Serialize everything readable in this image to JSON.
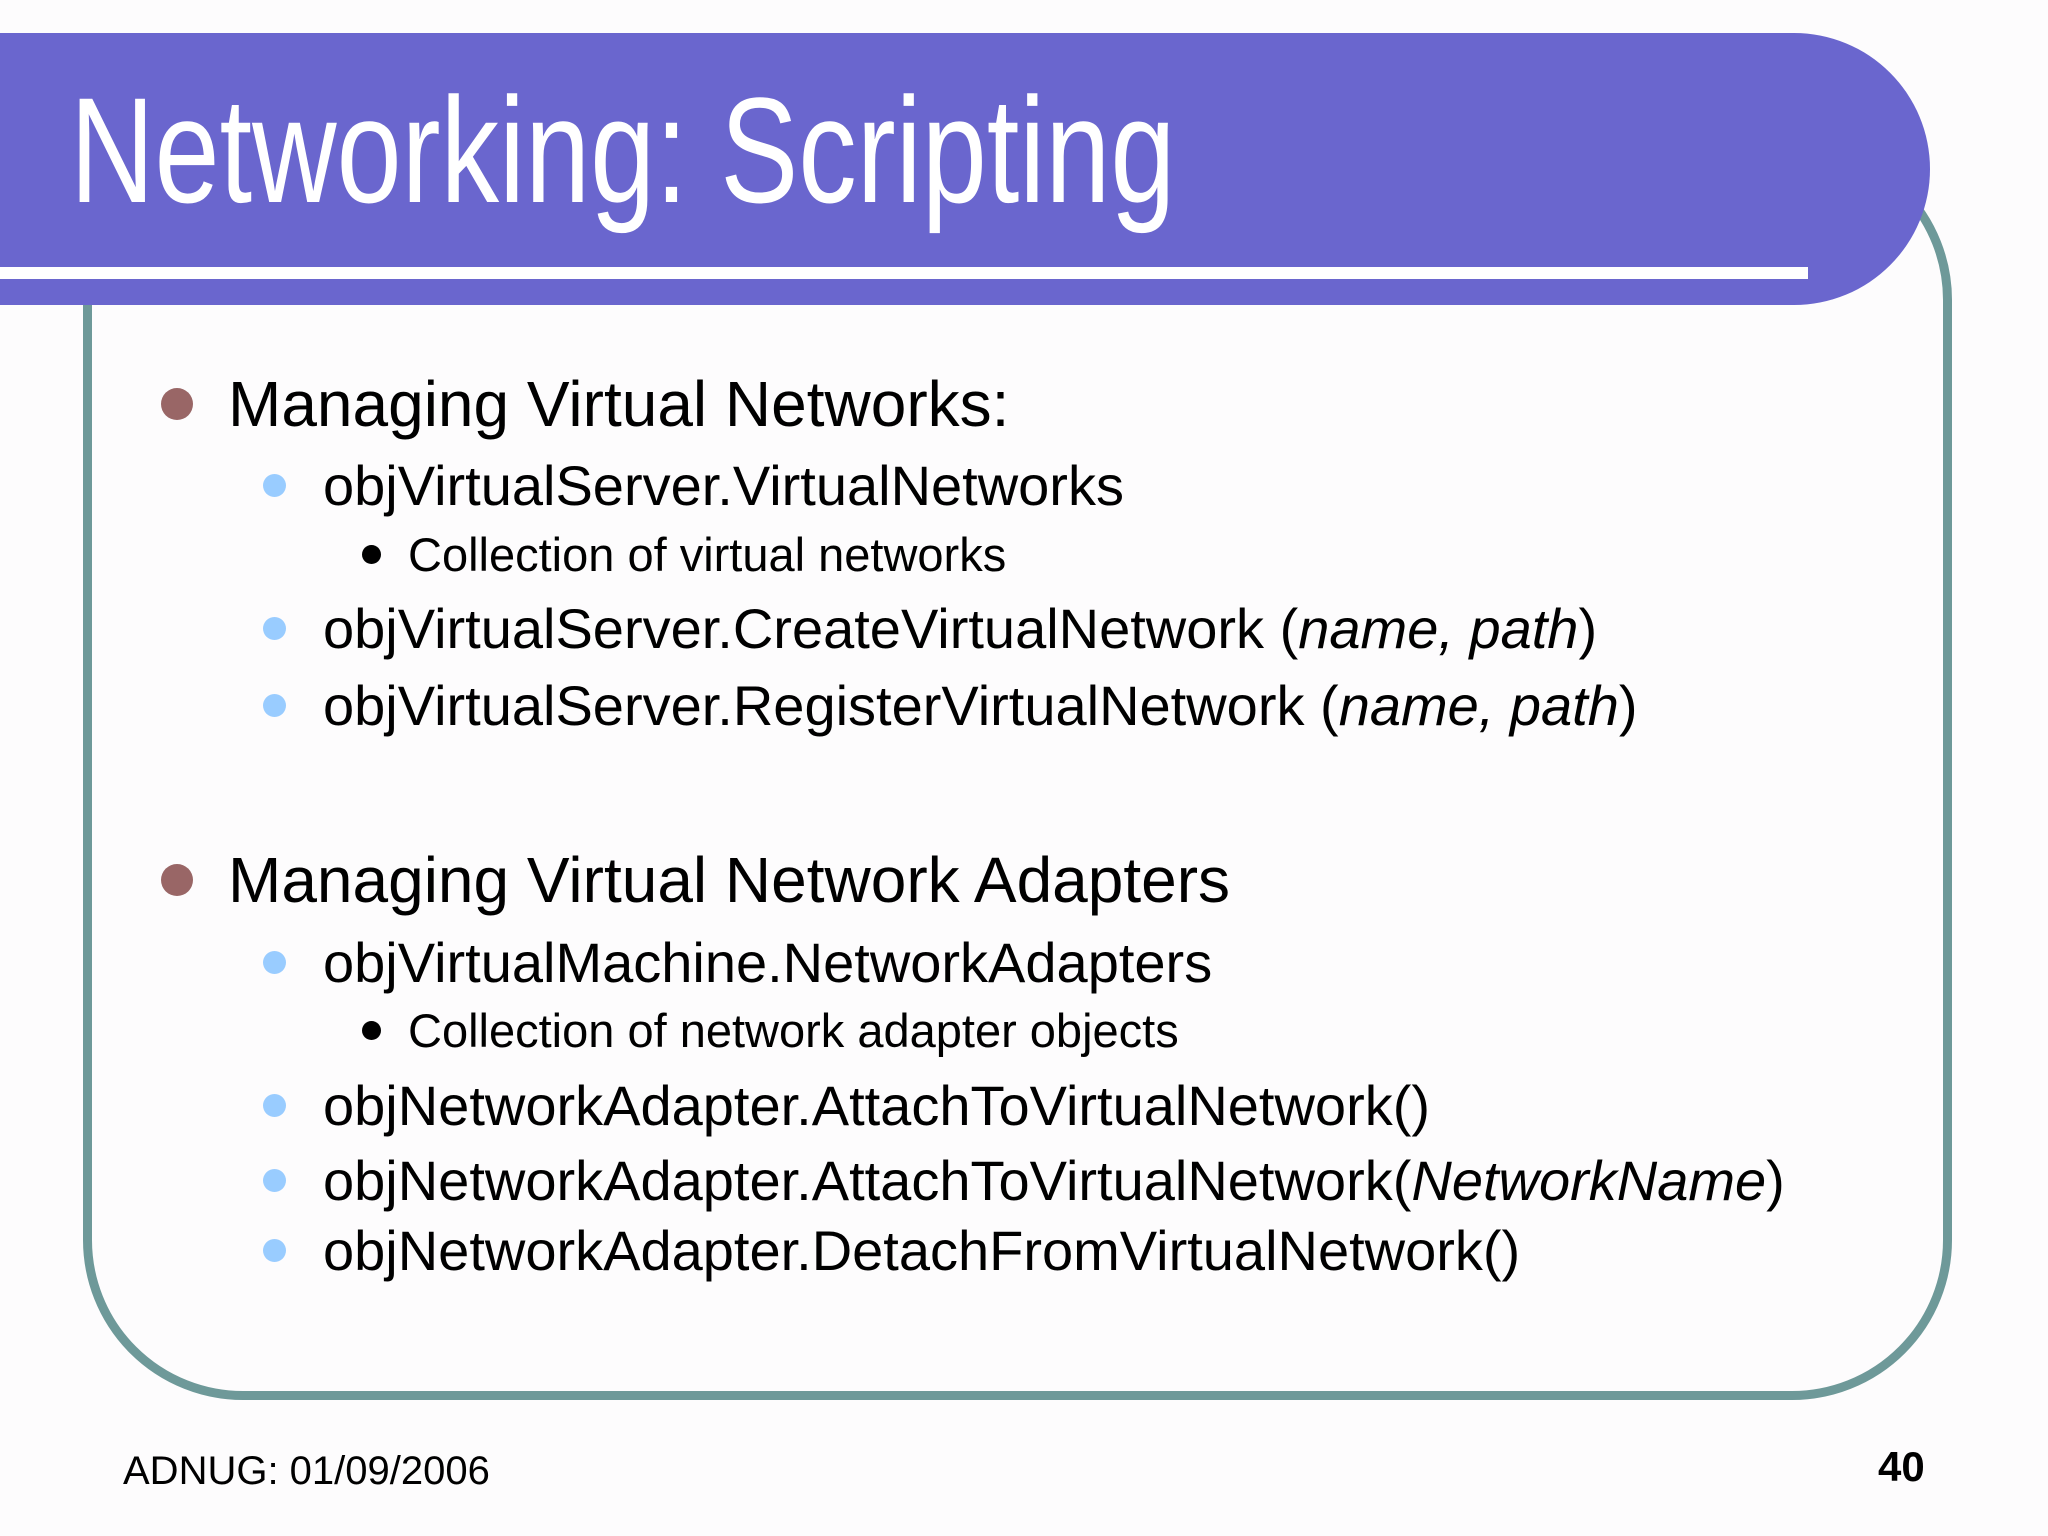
{
  "slide": {
    "title": "Networking: Scripting",
    "footer": "ADNUG: 01/09/2006",
    "page_number": "40",
    "colors": {
      "band_purple": "#6A66CE",
      "border_teal": "#6E9999",
      "bullet_l1": "#996666",
      "bullet_l2": "#99CCFF",
      "bullet_l3": "#000000",
      "title_text": "#FFFFFF",
      "body_text": "#000000"
    }
  },
  "content": {
    "items": [
      {
        "level": 1,
        "segments": [
          {
            "text": "Managing Virtual Networks:"
          }
        ]
      },
      {
        "level": 2,
        "segments": [
          {
            "text": "objVirtualServer.VirtualNetworks"
          }
        ]
      },
      {
        "level": 3,
        "segments": [
          {
            "text": "Collection of virtual networks"
          }
        ]
      },
      {
        "level": 2,
        "segments": [
          {
            "text": "objVirtualServer.CreateVirtualNetwork ("
          },
          {
            "text": "name, path",
            "italic": true
          },
          {
            "text": ")"
          }
        ]
      },
      {
        "level": 2,
        "segments": [
          {
            "text": "objVirtualServer.RegisterVirtualNetwork ("
          },
          {
            "text": "name, path",
            "italic": true
          },
          {
            "text": ")"
          }
        ]
      },
      {
        "level": 1,
        "segments": [
          {
            "text": "Managing Virtual Network Adapters"
          }
        ]
      },
      {
        "level": 2,
        "segments": [
          {
            "text": "objVirtualMachine.NetworkAdapters"
          }
        ]
      },
      {
        "level": 3,
        "segments": [
          {
            "text": "Collection of network adapter objects"
          }
        ]
      },
      {
        "level": 2,
        "segments": [
          {
            "text": "objNetworkAdapter.AttachToVirtualNetwork()"
          }
        ]
      },
      {
        "level": 2,
        "segments": [
          {
            "text": "objNetworkAdapter.AttachToVirtualNetwork("
          },
          {
            "text": "NetworkName",
            "italic": true
          },
          {
            "text": ")"
          }
        ]
      },
      {
        "level": 2,
        "segments": [
          {
            "text": "objNetworkAdapter.DetachFromVirtualNetwork()"
          }
        ]
      }
    ]
  }
}
